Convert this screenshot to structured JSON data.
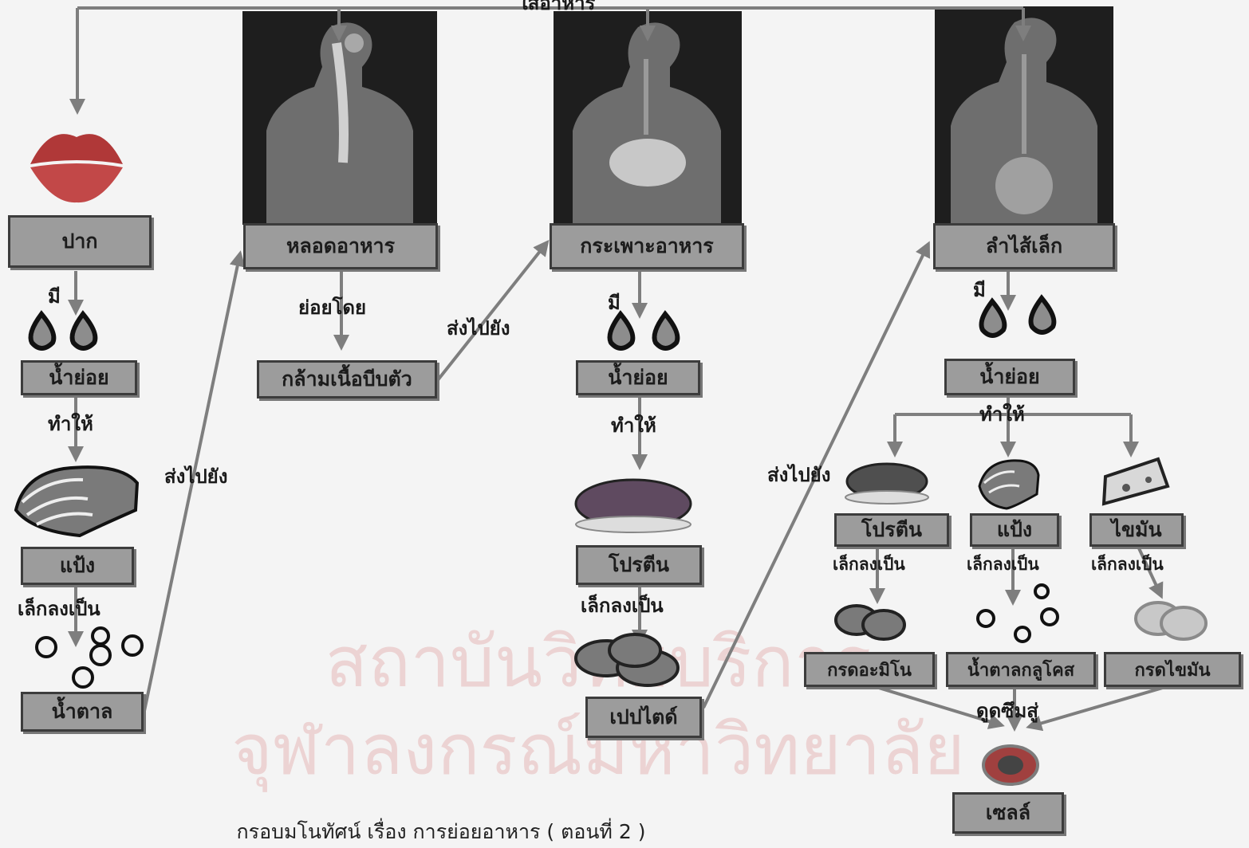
{
  "top_label": "ใส่อาหาร",
  "watermark": {
    "line1": "สถาบันวิทยบริการ",
    "line2": "จุฬาลงกรณ์มหาวิทยาลัย"
  },
  "caption": "กรอบมโนทัศน์ เรื่อง การย่อยอาหาร ( ตอนที่ 2 )",
  "organs": {
    "mouth": "ปาก",
    "esophagus": "หลอดอาหาร",
    "stomach": "กระเพาะอาหาร",
    "small_intestine": "ลำไส้เล็ก"
  },
  "mouth_column": {
    "has_label": "มี",
    "enzyme": "น้ำย่อย",
    "causes_label": "ทำให้",
    "food": "แป้ง",
    "breaks_down_label": "เล็กลงเป็น",
    "product": "น้ำตาล",
    "send_label": "ส่งไปยัง"
  },
  "esophagus_column": {
    "digest_by_label": "ย่อยโดย",
    "muscle": "กล้ามเนื้อบีบตัว",
    "send_label": "ส่งไปยัง"
  },
  "stomach_column": {
    "has_label": "มี",
    "enzyme": "น้ำย่อย",
    "causes_label": "ทำให้",
    "food": "โปรตีน",
    "breaks_down_label": "เล็กลงเป็น",
    "product": "เปปไตด์",
    "send_label": "ส่งไปยัง"
  },
  "intestine_column": {
    "has_label": "มี",
    "enzyme": "น้ำย่อย",
    "causes_label": "ทำให้",
    "foods": [
      "โปรตีน",
      "แป้ง",
      "ไขมัน"
    ],
    "breaks_down_label": "เล็กลงเป็น",
    "products": [
      "กรดอะมิโน",
      "น้ำตาลกลูโคส",
      "กรดไขมัน"
    ],
    "absorb_label": "ดูดซึมสู่",
    "cell": "เซลล์"
  },
  "colors": {
    "box_fill": "#9c9c9c",
    "box_border": "#3c3c3c",
    "arrow": "#7e7e7e",
    "lips": "#b03838",
    "watermark": "#e6b9b9"
  },
  "icons": [
    "lips-icon",
    "enzyme-drop-icon",
    "bread-icon",
    "meat-icon",
    "cheese-icon",
    "glucose-molecule-icon",
    "peptide-icon",
    "amino-acid-icon",
    "fatty-acid-icon",
    "cell-icon"
  ]
}
